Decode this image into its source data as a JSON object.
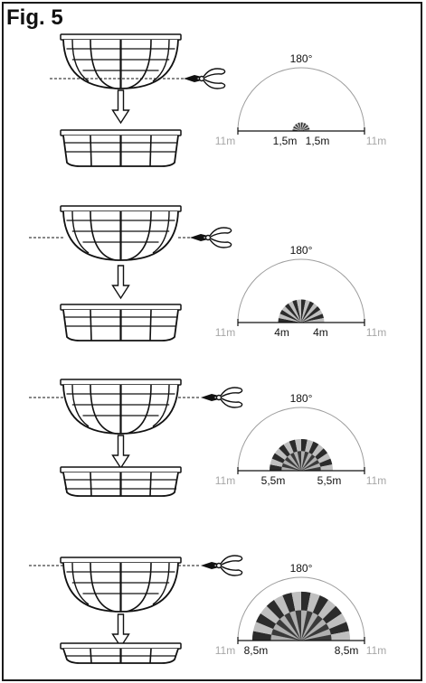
{
  "figure": {
    "title": "Fig. 5"
  },
  "colors": {
    "line": "#111111",
    "grey_label": "#a6a6a6",
    "arc": "#9e9e9e",
    "dark_sector": "#2b2b2b",
    "light_sector": "#bfbfbf"
  },
  "panels": [
    {
      "angle_label": "180°",
      "outer_left": "11m",
      "inner_left": "1,5m",
      "inner_right": "1,5m",
      "outer_right": "11m",
      "coverage_m": 1.5,
      "max_range_m": 11
    },
    {
      "angle_label": "180°",
      "outer_left": "11m",
      "inner_left": "4m",
      "inner_right": "4m",
      "outer_right": "11m",
      "coverage_m": 4,
      "max_range_m": 11
    },
    {
      "angle_label": "180°",
      "outer_left": "11m",
      "inner_left": "5,5m",
      "inner_right": "5,5m",
      "outer_right": "11m",
      "coverage_m": 5.5,
      "max_range_m": 11
    },
    {
      "angle_label": "180°",
      "outer_left": "11m",
      "inner_left": "8,5m",
      "inner_right": "8,5m",
      "outer_right": "11m",
      "coverage_m": 8.5,
      "max_range_m": 11
    }
  ],
  "icons": [
    "lens-icon",
    "trimmed-lens-icon",
    "pliers-icon",
    "arrow-down-icon"
  ]
}
